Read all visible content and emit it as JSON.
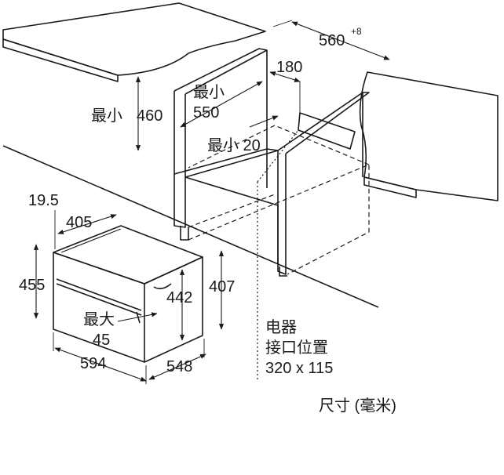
{
  "labels": {
    "depth_opening": "560",
    "depth_tolerance": "+8",
    "gap_top": "180",
    "height_min_prefix": "最小",
    "height_min_value": "460",
    "width_min_prefix": "最小",
    "width_min_value": "550",
    "gap_min": "最小 20",
    "oven_offset": "19.5",
    "oven_inner_width": "405",
    "oven_height": "455",
    "oven_inner_height": "442",
    "oven_body_height": "407",
    "max_prefix": "最大",
    "max_value": "45",
    "oven_width": "594",
    "oven_depth": "548",
    "connection_line1": "电器",
    "connection_line2": "接口位置",
    "connection_line3": "320 x 115",
    "units": "尺寸 (毫米)"
  },
  "colors": {
    "countertop_fill": "#d6d6d6",
    "hatch_fill": "#9a9a9a",
    "line": "#1a1a1a",
    "background": "#ffffff"
  }
}
